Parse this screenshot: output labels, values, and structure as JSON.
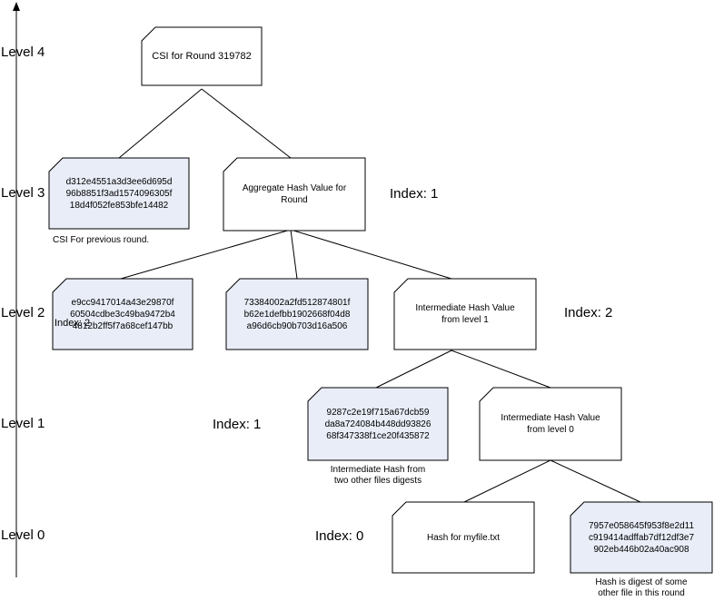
{
  "levels": {
    "level4": "Level 4",
    "level3": "Level 3",
    "level2": "Level 2",
    "level1": "Level 1",
    "level0": "Level 0"
  },
  "nodes": {
    "csi_round": {
      "text": "CSI for Round 319782"
    },
    "prev_hash": {
      "text": "d312e4551a3d3ee6d695d 96b8851f3ad1574096305f 18d4f052fe853bfe14482",
      "lines": [
        "d312e4551a3d3ee6d695d",
        "96b8851f3ad1574096305f",
        "18d4f052fe853bfe14482"
      ]
    },
    "aggregate": {
      "lines": [
        "Aggregate Hash Value for",
        "Round"
      ]
    },
    "l2_hash_a": {
      "lines": [
        "e9cc9417014a43e29870f",
        "60504cdbe3c49ba9472b4",
        "4812b2ff5f7a68cef147bb"
      ]
    },
    "l2_hash_b": {
      "lines": [
        "73384002a2fd512874801f",
        "b62e1defbb1902668f04d8",
        "a96d6cb90b703d16a506"
      ]
    },
    "intermediate_l1": {
      "lines": [
        "Intermediate Hash Value",
        "from level 1"
      ]
    },
    "l1_hash": {
      "lines": [
        "9287c2e19f715a67dcb59",
        "da8a724084b448dd93826",
        "68f347338f1ce20f435872"
      ]
    },
    "intermediate_l0": {
      "lines": [
        "Intermediate Hash Value",
        "from level 0"
      ]
    },
    "myfile": {
      "text": "Hash for myfile.txt"
    },
    "l0_hash": {
      "lines": [
        "7957e058645f953f8e2d11",
        "c919414adffab7df12df3e7",
        "902eb446b02a40ac908"
      ]
    }
  },
  "captions": {
    "prev_round": "CSI For previous round.",
    "intermediate_from_two": [
      "Intermediate Hash from",
      "two other files digests"
    ],
    "digest_other": [
      "Hash is digest of some",
      "other file in this round"
    ]
  },
  "indexes": {
    "l3": "Index: 1",
    "l2": "Index: 2",
    "l2_overlap": "Index: 2",
    "l1": "Index: 1",
    "l0": "Index: 0"
  },
  "colors": {
    "shaded_fill": "#e8edf7",
    "plain_fill": "#ffffff",
    "stroke": "#000000"
  }
}
